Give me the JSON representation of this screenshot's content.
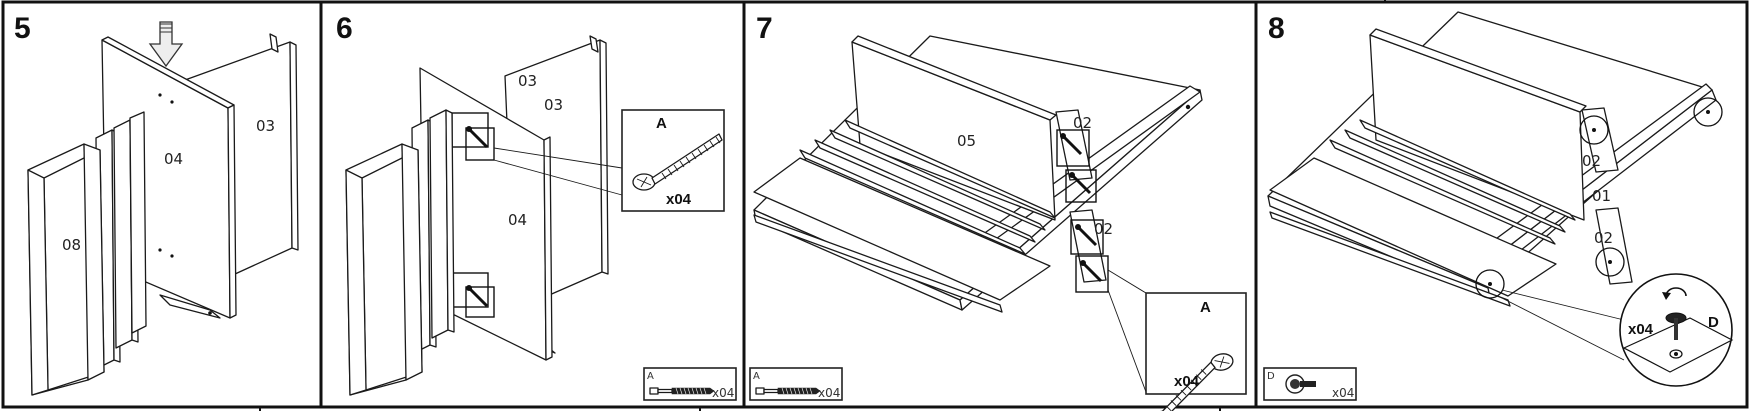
{
  "steps": [
    {
      "number": "5",
      "parts": [
        "03",
        "04",
        "08"
      ]
    },
    {
      "number": "6",
      "parts": [
        "03",
        "03",
        "04"
      ],
      "callout": {
        "letter": "A",
        "qty": "x04"
      },
      "key": {
        "letter": "A",
        "qty": "x04"
      }
    },
    {
      "number": "7",
      "parts": [
        "05",
        "02",
        "02"
      ],
      "callout": {
        "letter": "A",
        "qty": "x04"
      },
      "key": {
        "letter": "A",
        "qty": "x04"
      }
    },
    {
      "number": "8",
      "parts": [
        "02",
        "01",
        "02"
      ],
      "callout": {
        "letter": "D",
        "qty": "x04"
      },
      "key": {
        "letter": "D",
        "qty": "x04"
      }
    }
  ],
  "icons": [
    "down-arrow-icon",
    "screw-icon",
    "glide-foot-icon",
    "rotate-arrow-icon"
  ]
}
